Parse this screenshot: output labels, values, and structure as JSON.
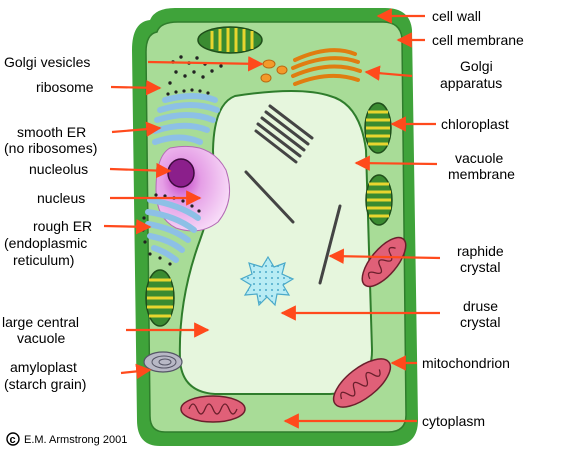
{
  "colors": {
    "cell_wall": "#3fa33a",
    "cytoplasm": "#a8dc97",
    "vacuole": "#e6f6dd",
    "arrow": "#ff4a1c",
    "nucleus": "#e59ee6",
    "nucleolus": "#8b1f8b",
    "er": "#8dc0e6",
    "golgi": "#f39a2a",
    "chloroplast_stripe": "#e8d52f",
    "mitochondrion": "#e06078"
  },
  "labels": {
    "cell_wall": "cell wall",
    "cell_membrane": "cell membrane",
    "golgi_vesicles": "Golgi vesicles",
    "golgi_apparatus_1": "Golgi",
    "golgi_apparatus_2": "apparatus",
    "ribosome": "ribosome",
    "smooth_er_1": "smooth ER",
    "smooth_er_2": "(no ribosomes)",
    "chloroplast": "chloroplast",
    "nucleolus": "nucleolus",
    "vacuole_membrane_1": "vacuole",
    "vacuole_membrane_2": "membrane",
    "nucleus": "nucleus",
    "rough_er_1": "rough ER",
    "rough_er_2": "(endoplasmic",
    "rough_er_3": "reticulum)",
    "raphide_crystal_1": "raphide",
    "raphide_crystal_2": "crystal",
    "druse_crystal_1": "druse",
    "druse_crystal_2": "crystal",
    "large_central_vacuole_1": "large central",
    "large_central_vacuole_2": "vacuole",
    "mitochondrion": "mitochondrion",
    "amyloplast_1": "amyloplast",
    "amyloplast_2": "(starch grain)",
    "cytoplasm": "cytoplasm"
  },
  "credit": {
    "symbol": "c",
    "text": "E.M. Armstrong 2001"
  }
}
